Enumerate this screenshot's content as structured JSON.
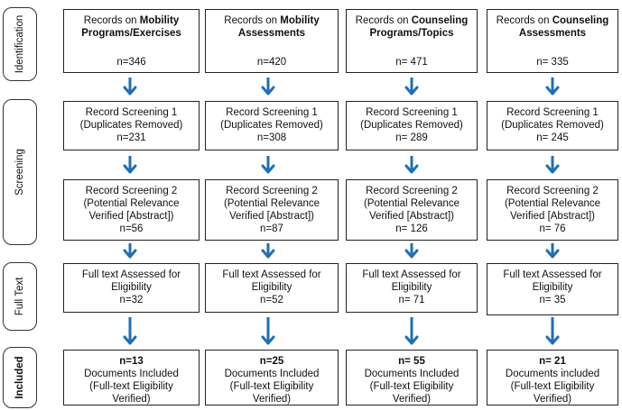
{
  "phases": [
    "Identification",
    "Screening",
    "Full Text",
    "Included"
  ],
  "columns": [
    {
      "identification": {
        "prefix": "Records on ",
        "bold1": "Mobility",
        "line2_bold": "Programs/Exercises",
        "count": "n=346"
      },
      "screening1": {
        "line1": "Record Screening 1",
        "line2": "(Duplicates Removed)",
        "count": "n=231"
      },
      "screening2": {
        "line1": "Record Screening 2",
        "line2": "(Potential Relevance",
        "line3": "Verified [Abstract])",
        "count": "n=56"
      },
      "fulltext": {
        "line1": "Full text Assessed for",
        "line2": "Eligibility",
        "count": "n=32"
      },
      "included": {
        "count": "n=13",
        "line1": "Documents Included",
        "line2": "(Full-text Eligibility",
        "line3": "Verified)"
      }
    },
    {
      "identification": {
        "prefix": "Records on ",
        "bold1": "Mobility",
        "line2_bold": "Assessments",
        "count": "n=420"
      },
      "screening1": {
        "line1": "Record Screening 1",
        "line2": "(Duplicates Removed)",
        "count": "n=308"
      },
      "screening2": {
        "line1": "Record Screening 2",
        "line2": "(Potential Relevance",
        "line3": "Verified [Abstract])",
        "count": "n=87"
      },
      "fulltext": {
        "line1": "Full text Assessed for",
        "line2": "Eligibility",
        "count": "n=52"
      },
      "included": {
        "count": "n=25",
        "line1": "Documents Included",
        "line2": "(Full-text Eligibility",
        "line3": "Verified)"
      }
    },
    {
      "identification": {
        "prefix": "Records on ",
        "bold1": "Counseling",
        "line2_bold": "Programs/Topics",
        "count": "n= 471"
      },
      "screening1": {
        "line1": "Record Screening 1",
        "line2": "(Duplicates Removed)",
        "count": "n= 289"
      },
      "screening2": {
        "line1": "Record Screening 2",
        "line2": "(Potential Relevance",
        "line3": "Verified [Abstract])",
        "count": "n= 126"
      },
      "fulltext": {
        "line1": "Full text Assessed for",
        "line2": "Eligibility",
        "count": "n= 71"
      },
      "included": {
        "count": "n= 55",
        "line1": "Documents Included",
        "line2": "(Full-text Eligibility",
        "line3": "Verified)"
      }
    },
    {
      "identification": {
        "prefix": "Records on ",
        "bold1": "Counseling",
        "line2_bold": "Assessments",
        "count": "n= 335"
      },
      "screening1": {
        "line1": "Record Screening 1",
        "line2": "(Duplicates Removed)",
        "count": "n= 245"
      },
      "screening2": {
        "line1": "Record Screening 2",
        "line2": "(Potential Relevance",
        "line3": "Verified [Abstract])",
        "count": "n= 76"
      },
      "fulltext": {
        "line1": "Full text Assessed for",
        "line2": "Eligibility",
        "count": "n= 35"
      },
      "included": {
        "count": "n= 21",
        "line1": "Documents included",
        "line2": "(Full-text Eligibility",
        "line3": "Verified)"
      }
    }
  ],
  "colors": {
    "arrow": "#1f6fb5",
    "border": "#222222"
  }
}
